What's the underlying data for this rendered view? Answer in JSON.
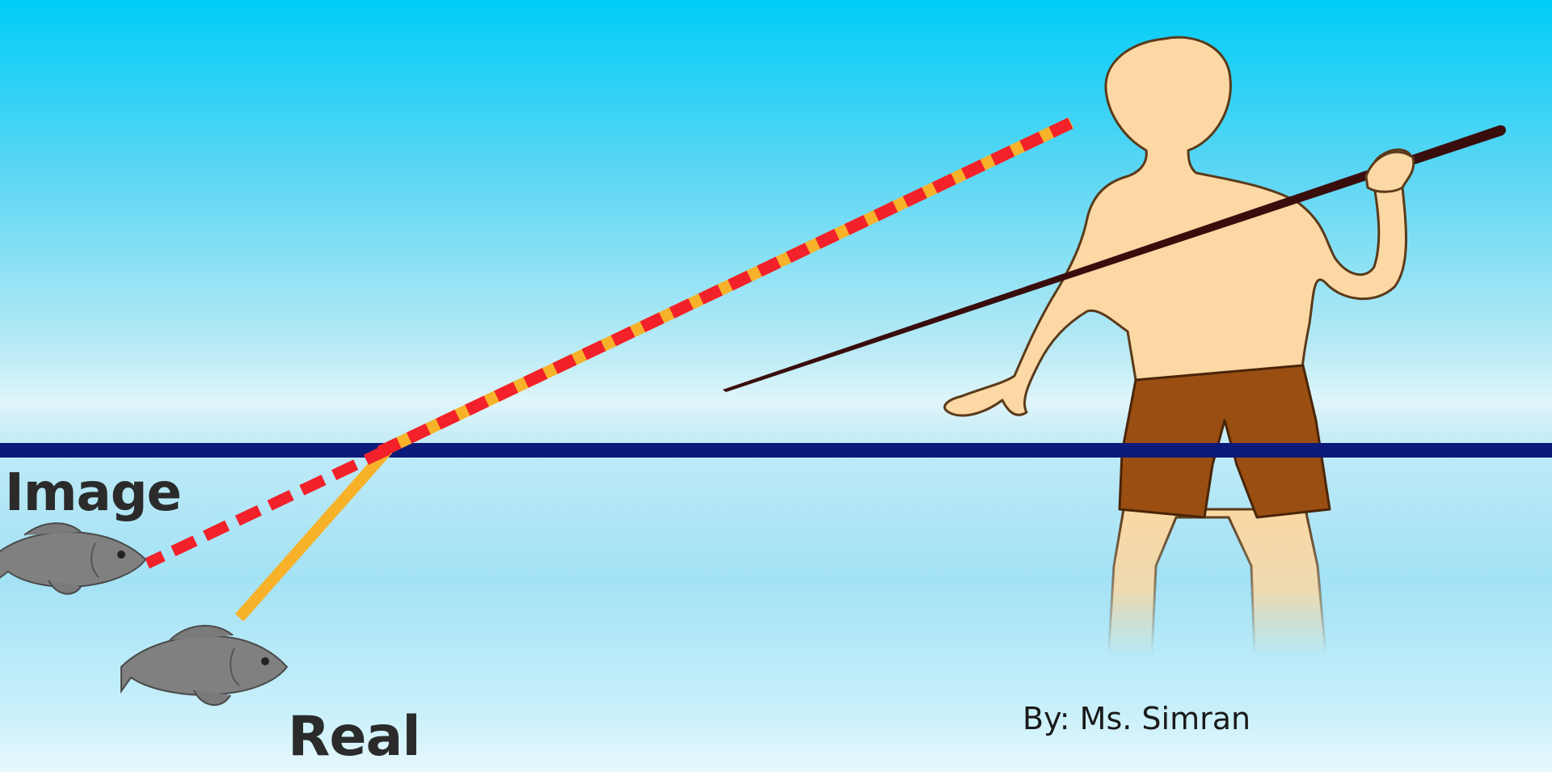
{
  "labels": {
    "image": "Image",
    "real": "Real"
  },
  "credit": "By: Ms. Simran",
  "colors": {
    "water_surface": "#0c1a7a",
    "apparent_ray": "#f2212a",
    "real_ray": "#f7b22a",
    "skin": "#fbd8a4",
    "shorts": "#9a4e12",
    "spear": "#3a0d0d",
    "fish": "#808080"
  },
  "icons": {
    "person": "person-figure",
    "spear": "spear-icon",
    "fish_image": "fish-icon",
    "fish_real": "fish-icon"
  }
}
